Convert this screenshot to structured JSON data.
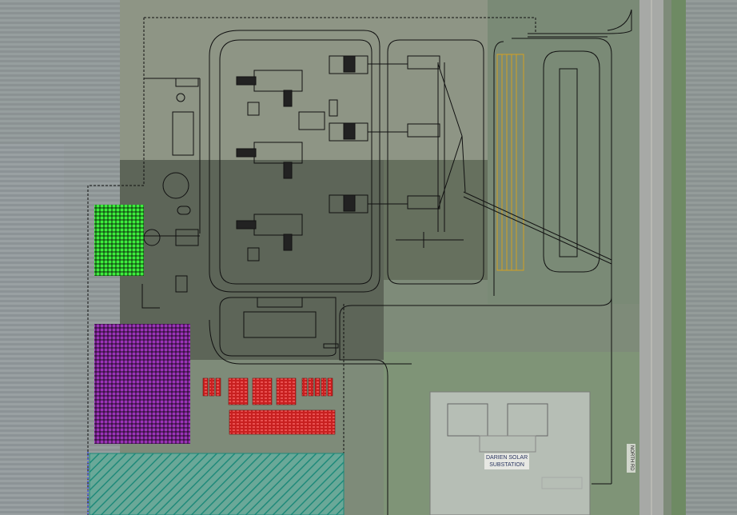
{
  "labels": {
    "substation_line1": "DARIEN SOLAR",
    "substation_line2": "SUBSTATION",
    "road": "NORTH RD"
  },
  "colors": {
    "aerial": "#7d8a78",
    "solar_field": "#8a8f92",
    "green_area": "#33ee33",
    "purple_area": "#8a22a8",
    "teal_area": "#2aa89a",
    "red_blocks": "#e02020",
    "orange_strips": "#d4a020"
  }
}
